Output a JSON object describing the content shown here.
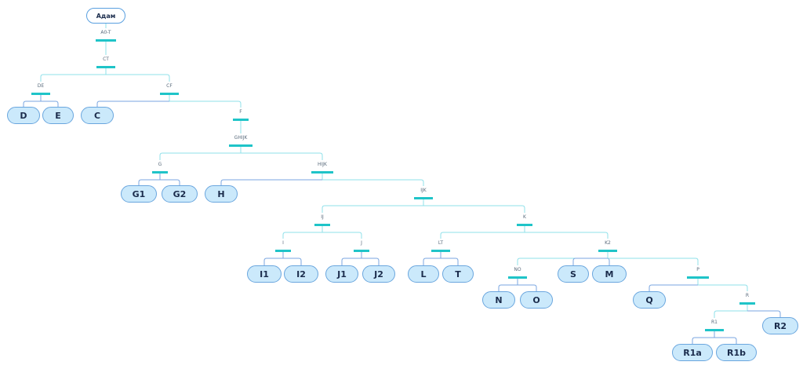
{
  "tree": {
    "id": "root",
    "label": "Адам",
    "leaf": true,
    "root": true,
    "children": [
      {
        "id": "a0t",
        "label": "A0-T",
        "children": [
          {
            "id": "ct",
            "label": "CT",
            "children": [
              {
                "id": "de",
                "label": "DE",
                "children": [
                  {
                    "id": "d",
                    "label": "D",
                    "leaf": true
                  },
                  {
                    "id": "e",
                    "label": "E",
                    "leaf": true
                  }
                ]
              },
              {
                "id": "cf",
                "label": "CF",
                "children": [
                  {
                    "id": "c",
                    "label": "C",
                    "leaf": true
                  },
                  {
                    "id": "f",
                    "label": "F",
                    "children": [
                      {
                        "id": "ghijk",
                        "label": "GHIJK",
                        "children": [
                          {
                            "id": "g",
                            "label": "G",
                            "children": [
                              {
                                "id": "g1",
                                "label": "G1",
                                "leaf": true
                              },
                              {
                                "id": "g2",
                                "label": "G2",
                                "leaf": true
                              }
                            ]
                          },
                          {
                            "id": "hijk",
                            "label": "HIJK",
                            "children": [
                              {
                                "id": "h",
                                "label": "H",
                                "leaf": true
                              },
                              {
                                "id": "ijk",
                                "label": "IJK",
                                "children": [
                                  {
                                    "id": "ij",
                                    "label": "IJ",
                                    "children": [
                                      {
                                        "id": "i",
                                        "label": "I",
                                        "children": [
                                          {
                                            "id": "i1",
                                            "label": "I1",
                                            "leaf": true
                                          },
                                          {
                                            "id": "i2",
                                            "label": "I2",
                                            "leaf": true
                                          }
                                        ]
                                      },
                                      {
                                        "id": "j",
                                        "label": "J",
                                        "children": [
                                          {
                                            "id": "j1",
                                            "label": "J1",
                                            "leaf": true
                                          },
                                          {
                                            "id": "j2",
                                            "label": "J2",
                                            "leaf": true
                                          }
                                        ]
                                      }
                                    ]
                                  },
                                  {
                                    "id": "k",
                                    "label": "K",
                                    "children": [
                                      {
                                        "id": "lt",
                                        "label": "LT",
                                        "children": [
                                          {
                                            "id": "l",
                                            "label": "L",
                                            "leaf": true
                                          },
                                          {
                                            "id": "t",
                                            "label": "T",
                                            "leaf": true
                                          }
                                        ]
                                      },
                                      {
                                        "id": "k2",
                                        "label": "K2",
                                        "children": [
                                          {
                                            "id": "no",
                                            "label": "NO",
                                            "children": [
                                              {
                                                "id": "n",
                                                "label": "N",
                                                "leaf": true
                                              },
                                              {
                                                "id": "o",
                                                "label": "O",
                                                "leaf": true
                                              }
                                            ]
                                          },
                                          {
                                            "id": "s",
                                            "label": "S",
                                            "leaf": true
                                          },
                                          {
                                            "id": "m",
                                            "label": "M",
                                            "leaf": true
                                          },
                                          {
                                            "id": "p",
                                            "label": "P",
                                            "children": [
                                              {
                                                "id": "q",
                                                "label": "Q",
                                                "leaf": true
                                              },
                                              {
                                                "id": "r",
                                                "label": "R",
                                                "children": [
                                                  {
                                                    "id": "r1",
                                                    "label": "R1",
                                                    "children": [
                                                      {
                                                        "id": "r1a",
                                                        "label": "R1a",
                                                        "leaf": true
                                                      },
                                                      {
                                                        "id": "r1b",
                                                        "label": "R1b",
                                                        "leaf": true
                                                      }
                                                    ]
                                                  },
                                                  {
                                                    "id": "r2",
                                                    "label": "R2",
                                                    "leaf": true
                                                  }
                                                ]
                                              }
                                            ]
                                          }
                                        ]
                                      }
                                    ]
                                  }
                                ]
                              }
                            ]
                          }
                        ]
                      }
                    ]
                  }
                ]
              }
            ]
          }
        ]
      }
    ]
  },
  "colors": {
    "bar": "#1fc4c8",
    "branch": "#8fe0ea",
    "leaf_link": "#7aa6e0"
  }
}
